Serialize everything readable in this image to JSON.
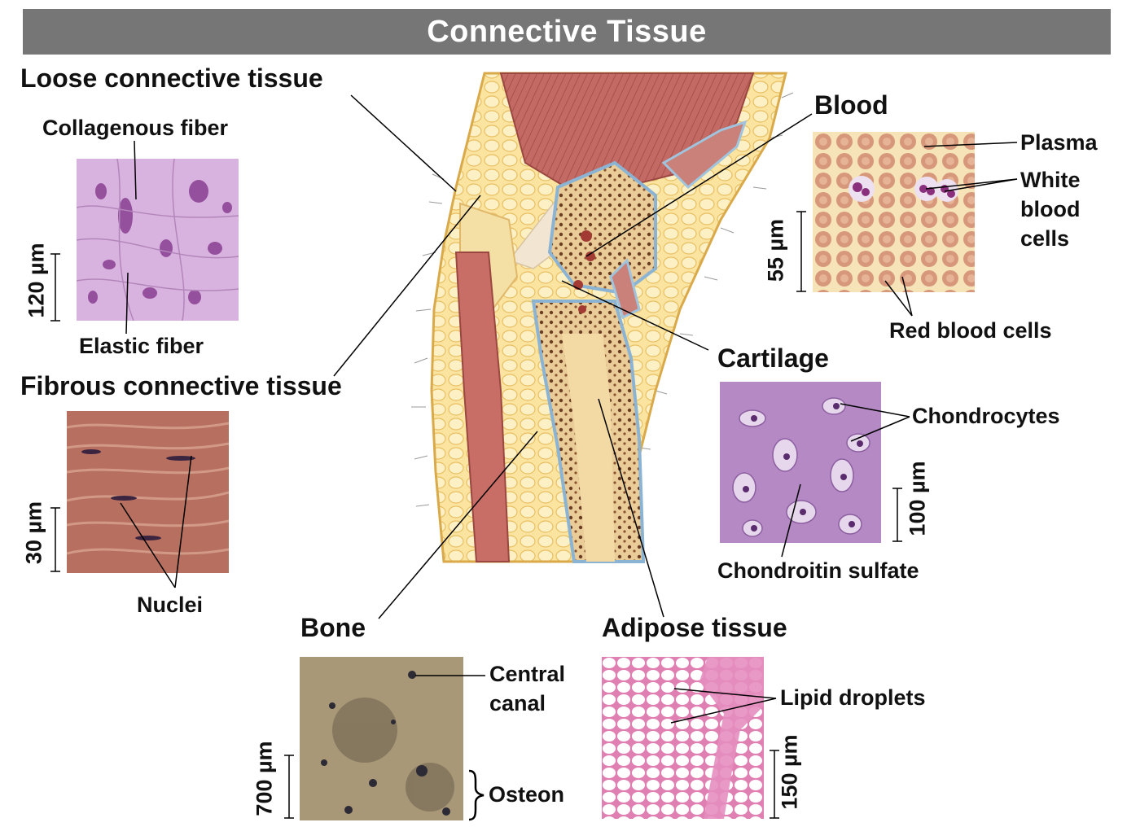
{
  "title": "Connective Tissue",
  "panels": {
    "loose": {
      "heading": "Loose connective tissue",
      "labels": [
        "Collagenous fiber",
        "Elastic fiber"
      ],
      "scale": "120 µm"
    },
    "fibrous": {
      "heading": "Fibrous connective tissue",
      "labels": [
        "Nuclei"
      ],
      "scale": "30 µm"
    },
    "bone": {
      "heading": "Bone",
      "labels": [
        "Central canal",
        "Osteon"
      ],
      "scale": "700 µm"
    },
    "adipose": {
      "heading": "Adipose tissue",
      "labels": [
        "Lipid droplets"
      ],
      "scale": "150 µm"
    },
    "blood": {
      "heading": "Blood",
      "labels": [
        "Plasma",
        "White blood cells",
        "Red blood cells"
      ],
      "scale": "55 µm"
    },
    "cartilage": {
      "heading": "Cartilage",
      "labels": [
        "Chondrocytes",
        "Chondroitin sulfate"
      ],
      "scale": "100 µm"
    }
  }
}
